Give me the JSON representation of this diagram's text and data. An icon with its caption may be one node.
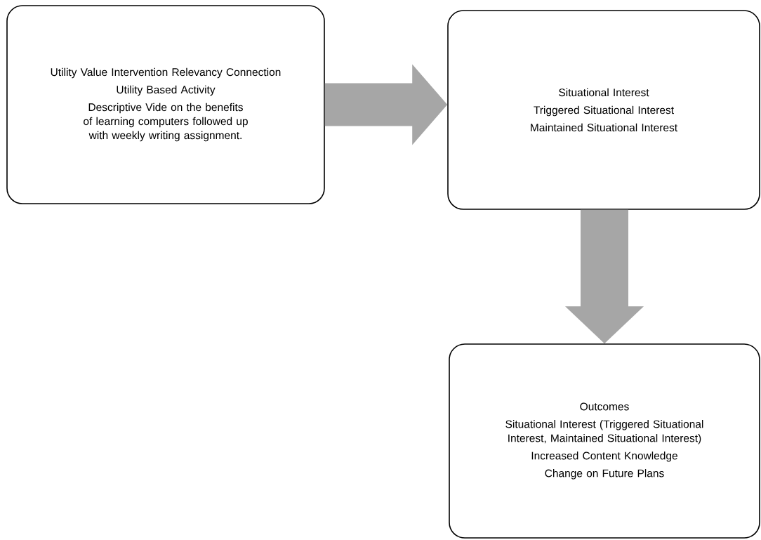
{
  "diagram": {
    "nodes": [
      {
        "text": [
          "Utility Value Intervention Relevancy Connection",
          "Utility Based Activity",
          "Descriptive Vide on the benefits of learning computers followed up with weekly writing assignment."
        ]
      },
      {
        "text": [
          "Situational Interest",
          "Triggered Situational Interest",
          "Maintained Situational Interest"
        ]
      },
      {
        "text": [
          "Outcomes",
          "Situational Interest (Triggered Situational Interest, Maintained Situational Interest)",
          "Increased Content Knowledge",
          "Change on Future Plans"
        ]
      }
    ],
    "edges": [
      {
        "from": 0,
        "to": 1,
        "arrow": "to"
      },
      {
        "from": 1,
        "to": 2,
        "arrow": "to"
      }
    ]
  }
}
